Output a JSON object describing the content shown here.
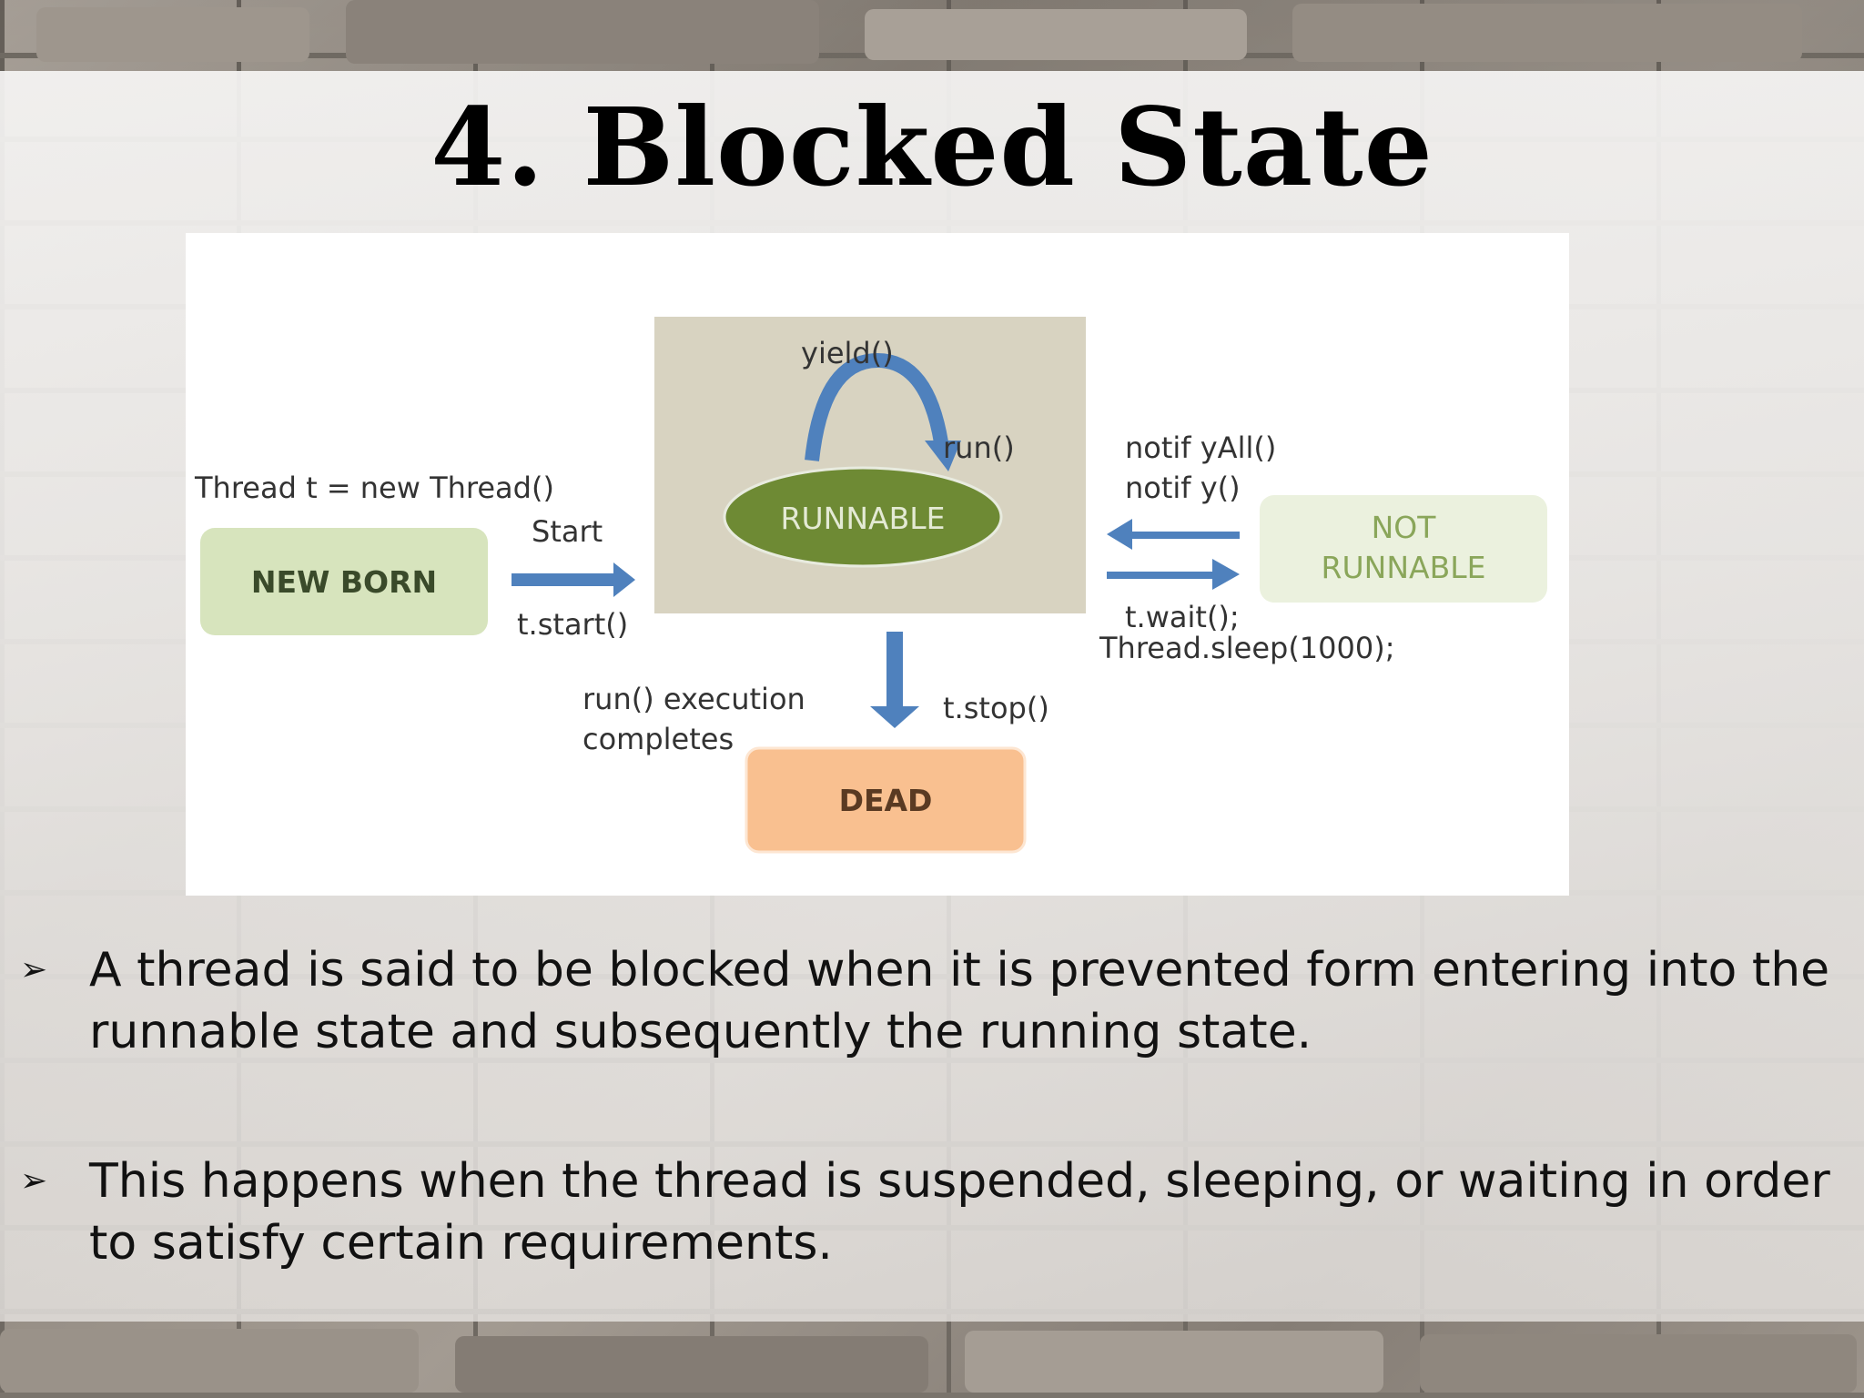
{
  "slide": {
    "title": "4. Blocked State"
  },
  "diagram": {
    "new_born": "NEW BORN",
    "runnable": "RUNNABLE",
    "not_runnable_line1": "NOT",
    "not_runnable_line2": "RUNNABLE",
    "dead": "DEAD",
    "yield": "yield()",
    "run": "run()",
    "thread_new": "Thread t = new Thread()",
    "start": "Start",
    "t_start": "t.start()",
    "notify_all": "notif yAll()",
    "notify": "notif y()",
    "t_wait": "t.wait();",
    "thread_sleep": "Thread.sleep(1000);",
    "run_exec_line1": "run() execution",
    "run_exec_line2": "completes",
    "t_stop": "t.stop()"
  },
  "bullets": [
    {
      "marker": "➢",
      "text": "A thread is said to be blocked when it is prevented form entering into the runnable state and subsequently the running state."
    },
    {
      "marker": "➢",
      "text": "This happens when the thread is suspended, sleeping, or waiting in order to satisfy certain requirements."
    }
  ],
  "colors": {
    "arrow": "#4f81bd",
    "runnable_panel": "#d8d3c1",
    "runnable_oval": "#6e8a34",
    "new_born_box": "#d7e4bd",
    "not_runnable_box": "#ebf1de",
    "dead_box": "#f9c090"
  }
}
